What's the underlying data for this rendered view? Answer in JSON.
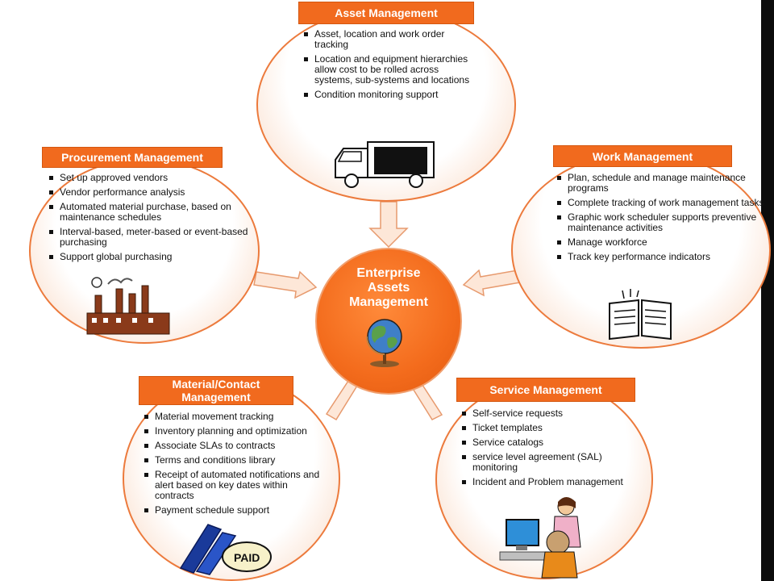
{
  "center": {
    "title_line1": "Enterprise",
    "title_line2": "Assets",
    "title_line3": "Management"
  },
  "asset": {
    "title": "Asset Management",
    "items": [
      "Asset, location and work order tracking",
      "Location and equipment hierarchies allow cost to be rolled across systems, sub-systems and locations",
      "Condition monitoring support"
    ]
  },
  "procurement": {
    "title": "Procurement Management",
    "items": [
      "Set up approved vendors",
      "Vendor performance analysis",
      "Automated material purchase, based on maintenance schedules",
      "Interval-based, meter-based or event-based purchasing",
      "Support global purchasing"
    ]
  },
  "work": {
    "title": "Work Management",
    "items": [
      "Plan, schedule and manage maintenance programs",
      "Complete tracking of work management tasks",
      "Graphic work scheduler supports preventive maintenance activities",
      "Manage workforce",
      "Track key performance indicators"
    ]
  },
  "material": {
    "title_line1": "Material/Contact",
    "title_line2": "Management",
    "items": [
      "Material movement tracking",
      "Inventory planning and optimization",
      "Associate SLAs to contracts",
      "Terms and conditions library",
      "Receipt of automated notifications and alert based on key dates within contracts",
      "Payment schedule support"
    ]
  },
  "service": {
    "title": "Service Management",
    "items": [
      "Self-service requests",
      "Ticket templates",
      "Service catalogs",
      "service level agreement (SAL) monitoring",
      "Incident and Problem management"
    ]
  },
  "stamp_text": "PAID",
  "colors": {
    "accent": "#f16a1e",
    "border": "#ec7a3c",
    "arrow": "#fde3d2"
  },
  "icons": [
    "truck-icon",
    "factory-icon",
    "book-icon",
    "globe-icon",
    "paid-stamp-icon",
    "people-computer-icon"
  ]
}
